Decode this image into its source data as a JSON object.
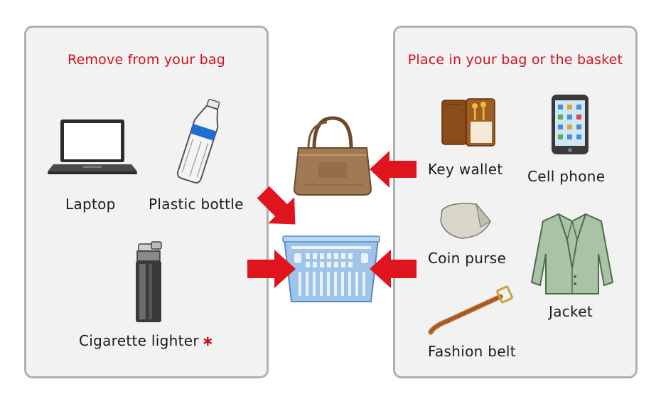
{
  "left_panel": {
    "title": "Remove from your bag",
    "items": [
      {
        "label": "Laptop",
        "icon": "laptop-icon"
      },
      {
        "label": "Plastic bottle",
        "icon": "plastic-bottle-icon"
      },
      {
        "label": "Cigarette lighter",
        "icon": "lighter-icon",
        "marker": "∗"
      }
    ]
  },
  "right_panel": {
    "title": "Place in your bag or the basket",
    "items": [
      {
        "label": "Key wallet",
        "icon": "key-wallet-icon"
      },
      {
        "label": "Cell phone",
        "icon": "cell-phone-icon"
      },
      {
        "label": "Coin purse",
        "icon": "coin-purse-icon"
      },
      {
        "label": "Jacket",
        "icon": "jacket-icon"
      },
      {
        "label": "Fashion belt",
        "icon": "belt-icon"
      }
    ]
  },
  "center": {
    "icons": [
      "handbag-icon",
      "basket-icon"
    ],
    "arrow_color": "#e0141c"
  },
  "colors": {
    "title_red": "#d0121b",
    "panel_bg": "#f2f2f2",
    "panel_border": "#b0b0b0"
  }
}
